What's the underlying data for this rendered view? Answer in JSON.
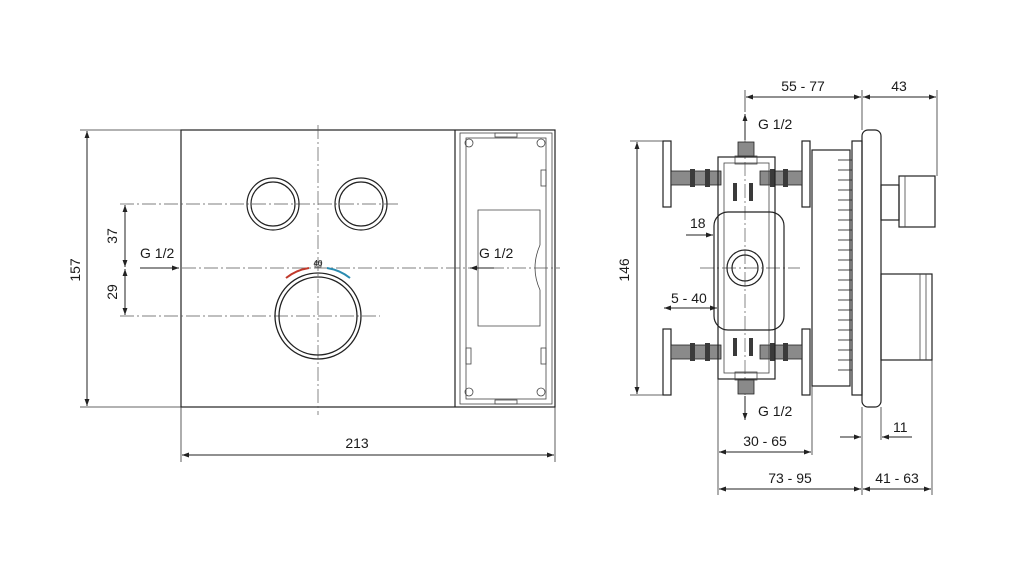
{
  "colors": {
    "hot": "#c0392b",
    "cold": "#2a8bb0",
    "line": "#222222",
    "fill_grey": "#8a8a8a"
  },
  "front_view": {
    "width_label": "213",
    "height_label": "157",
    "upper_offset_label": "37",
    "lower_offset_label": "29",
    "inlet_left_label": "G 1/2",
    "inlet_right_label": "G 1/2",
    "temperature_mark": "40"
  },
  "side_view": {
    "top_depth_label": "55 - 77",
    "top_cover_label": "43",
    "outlet_top_label": "G 1/2",
    "outlet_bottom_label": "G 1/2",
    "height_label": "146",
    "offset_label": "18",
    "pipe_range_label": "5 - 40",
    "bottom_range_label": "30 - 65",
    "plate_label": "11",
    "install_depth_label": "73 - 95",
    "trim_depth_label": "41 - 63"
  }
}
